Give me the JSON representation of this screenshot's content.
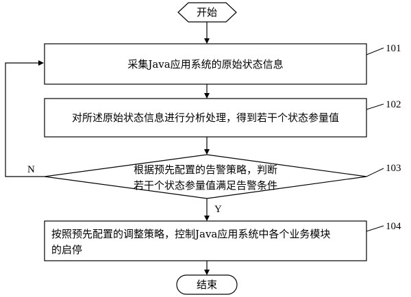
{
  "start": "开始",
  "end": "结束",
  "steps": [
    {
      "ref": "101",
      "lines": [
        "采集Java应用系统的原始状态信息"
      ]
    },
    {
      "ref": "102",
      "lines": [
        "对所述原始状态信息进行分析处理，得到若干个状态参量值"
      ]
    },
    {
      "ref": "103",
      "lines": [
        "根据预先配置的告警策略，判断",
        "若干个状态参量值满足告警条件"
      ]
    },
    {
      "ref": "104",
      "lines": [
        "按照预先配置的调整策略，控制Java应用系统中各个业务模块",
        "的启停"
      ]
    }
  ],
  "branch_yes": "Y",
  "branch_no": "N"
}
